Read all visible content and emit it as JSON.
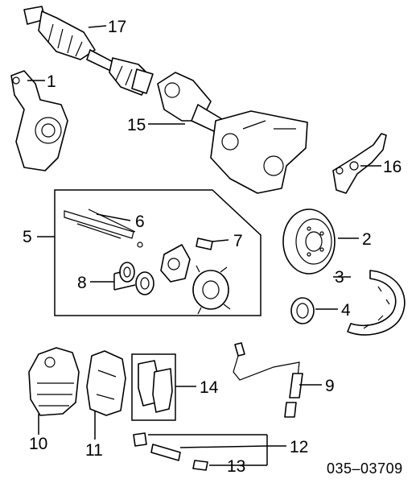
{
  "diagram": {
    "callouts": {
      "c1": "1",
      "c2": "2",
      "c3": "3",
      "c4": "4",
      "c5": "5",
      "c6": "6",
      "c7": "7",
      "c8": "8",
      "c9": "9",
      "c10": "10",
      "c11": "11",
      "c12": "12",
      "c13": "13",
      "c14": "14",
      "c15": "15",
      "c16": "16",
      "c17": "17"
    },
    "diagram_code": "035–03709"
  }
}
